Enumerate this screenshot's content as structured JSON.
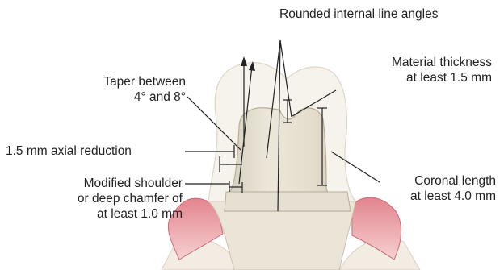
{
  "labels": {
    "rounded_angles": "Rounded internal line angles",
    "material_thickness": [
      "Material thickness",
      "at least 1.5 mm"
    ],
    "taper": [
      "Taper between",
      "4° and 8°"
    ],
    "axial_reduction": "1.5 mm axial reduction",
    "shoulder": [
      "Modified shoulder",
      "or deep chamfer of",
      "at least 1.0 mm"
    ],
    "coronal_length": [
      "Coronal length",
      "at least 4.0 mm"
    ]
  },
  "colors": {
    "crown_outline": "#f3eee8",
    "prepared_tooth": "#e2dccd",
    "gingiva": "#e79aa3",
    "bone": "#f1ebe2",
    "line": "#222222"
  }
}
